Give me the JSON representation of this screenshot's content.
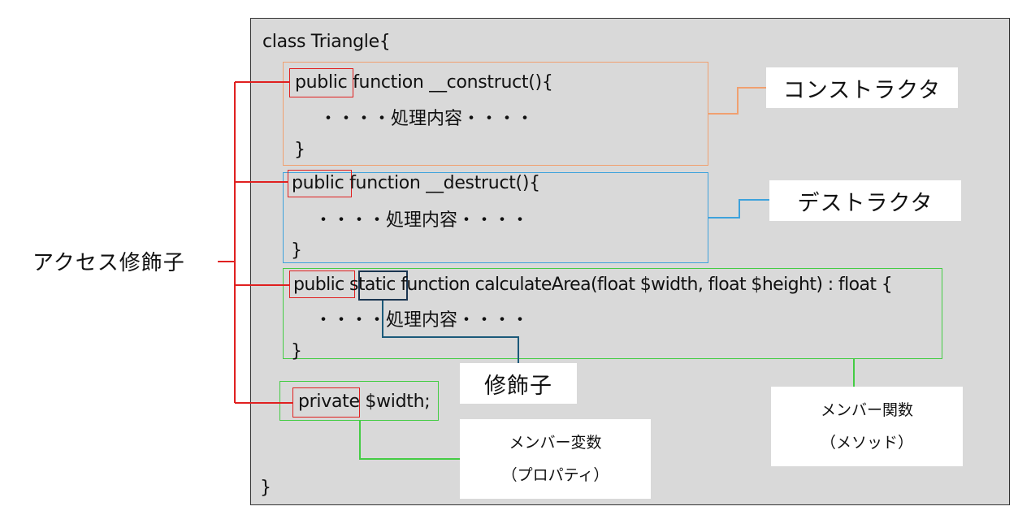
{
  "code": {
    "class_open": "class Triangle{",
    "constructor_line": {
      "modifier": "public",
      "rest": " function __construct(){"
    },
    "constructor_body": "・・・・処理内容・・・・",
    "constructor_close": "}",
    "destructor_line": {
      "modifier": "public",
      "rest": " function __destruct(){"
    },
    "destructor_body": "・・・・処理内容・・・・",
    "destructor_close": "}",
    "method_line": {
      "modifier": "public",
      "static": "static",
      "rest": " function calculateArea(float $width, float $height) : float {"
    },
    "method_body": "・・・・処理内容・・・・",
    "method_close": "}",
    "property_line": {
      "modifier": "private",
      "rest": " $width;"
    },
    "class_close": "}"
  },
  "labels": {
    "access_modifier": "アクセス修飾子",
    "constructor": "コンストラクタ",
    "destructor": "デストラクタ",
    "modifier": "修飾子",
    "member_function_line1": "メンバー関数",
    "member_function_line2": "（メソッド）",
    "member_variable_line1": "メンバー変数",
    "member_variable_line2": "（プロパティ）"
  },
  "colors": {
    "panel_bg": "#d9d9d9",
    "access_modifier": "#e02020",
    "constructor": "#f0a070",
    "destructor": "#3ea2dc",
    "member": "#44cc44",
    "static_modifier": "#1b3550"
  }
}
